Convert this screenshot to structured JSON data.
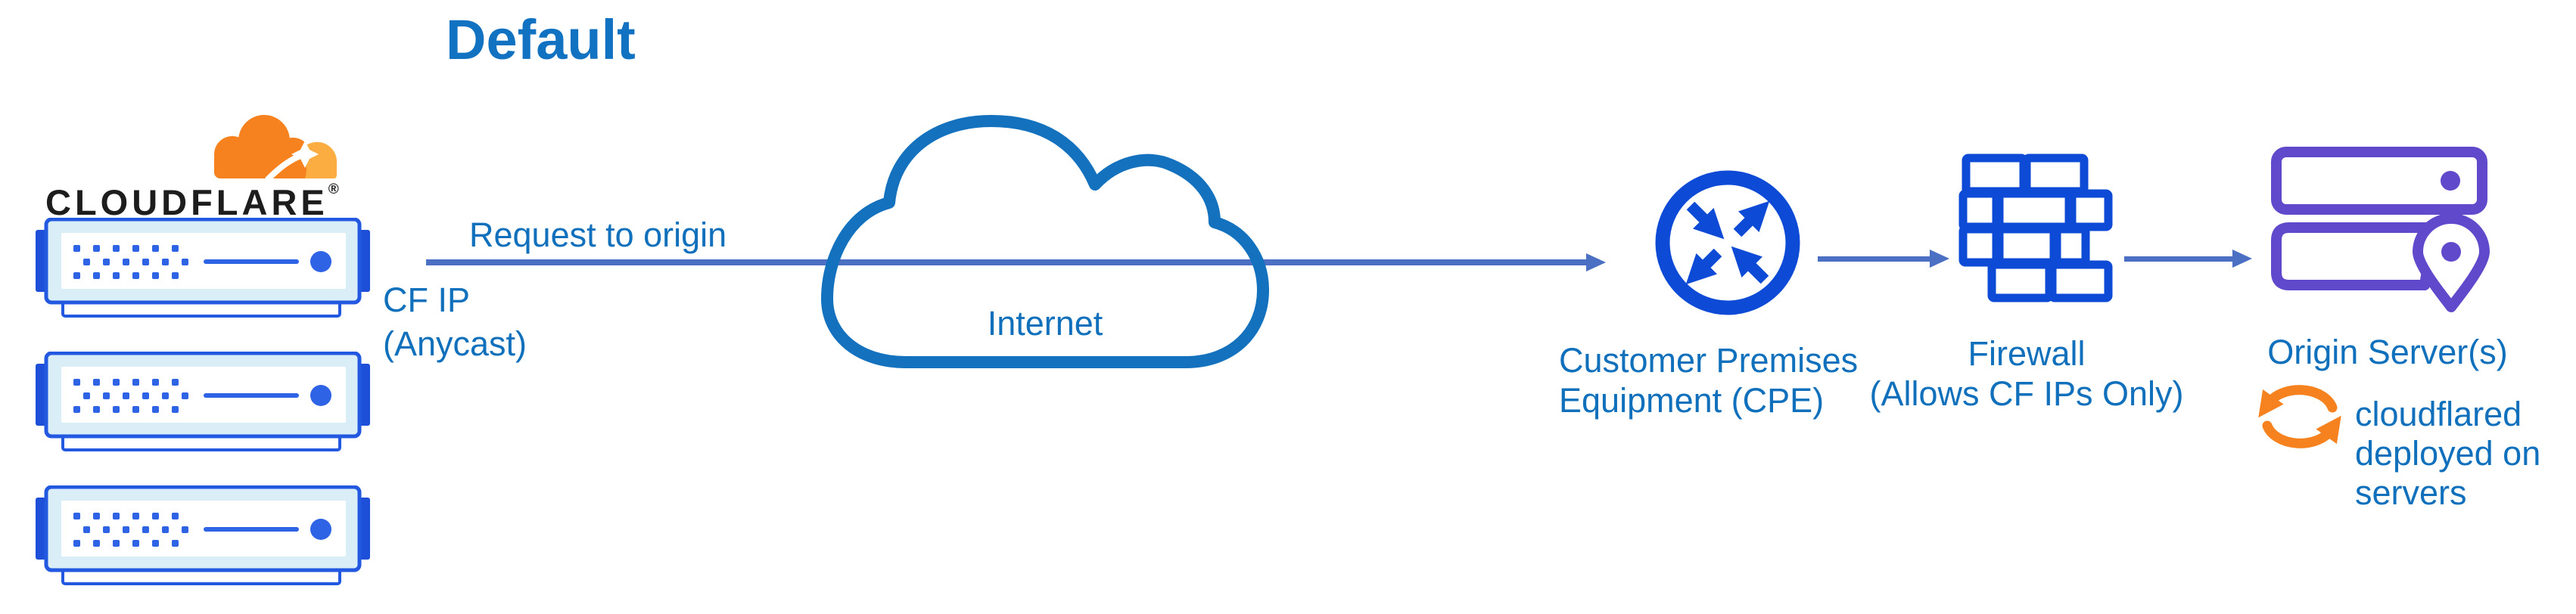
{
  "title": "Default",
  "logo": {
    "wordmark": "CLOUDFLARE",
    "registered": "®"
  },
  "edge_network": {
    "server_count": 3
  },
  "labels": {
    "request": "Request to origin",
    "cf_ip": {
      "line1": "CF IP",
      "line2": "(Anycast)"
    },
    "internet": "Internet",
    "cpe": {
      "line1": "Customer Premises",
      "line2": "Equipment (CPE)"
    },
    "firewall": {
      "line1": "Firewall",
      "line2": "(Allows CF IPs Only)"
    },
    "origin": "Origin Server(s)",
    "cloudflared": {
      "line1": "cloudflared",
      "line2": "deployed on",
      "line3": "servers"
    }
  },
  "icons": {
    "cloudflare_logo": "cloudflare-cloud-logo",
    "edge_server": "server-rack",
    "internet": "cloud-outline",
    "cpe": "router-crossing-arrows",
    "firewall": "brick-wall",
    "origin": "server-stack-with-location-pin",
    "cloudflared": "sync-circular-arrows"
  },
  "colors": {
    "label_blue": "#1070BB",
    "title_blue": "#1172C2",
    "arrow_line_blue": "#4B70C3",
    "icon_blue": "#0D4AD6",
    "cloud_outline_blue": "#1471BD",
    "server_border_blue": "#2358E0",
    "server_fill_light": "#D9EEF7",
    "server_accent_blue": "#2E63E6",
    "origin_purple": "#6149CB",
    "cloudflare_orange": "#F6821F",
    "cloudflare_orange_light": "#FBAD41",
    "wordmark_black": "#1D1D1D",
    "background": "#FFFFFF"
  }
}
